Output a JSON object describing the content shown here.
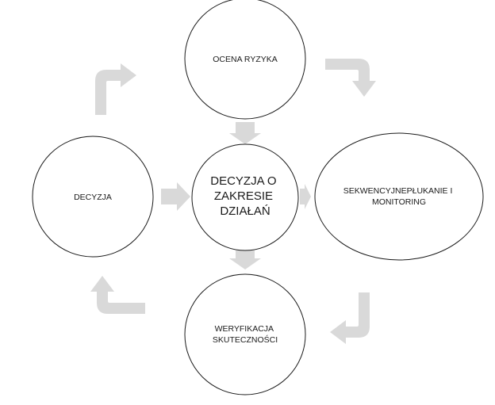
{
  "diagram": {
    "center": {
      "lines": [
        "DECYZJA O",
        "ZAKRESIE",
        "DZIAŁAŃ"
      ]
    },
    "nodes": {
      "top": {
        "lines": [
          "OCENA RYZYKA"
        ]
      },
      "right": {
        "lines": [
          "SEKWENCYJNEPŁUKANIE I",
          "MONITORING"
        ]
      },
      "bottom": {
        "lines": [
          "WERYFIKACJA",
          "SKUTECZNOŚCI"
        ]
      },
      "left": {
        "lines": [
          "DECYZJA"
        ]
      }
    },
    "colors": {
      "outline": "#1a1a1a",
      "arrow": "#d9d9d9",
      "text": "#1a1a1a",
      "background": "#ffffff"
    }
  }
}
